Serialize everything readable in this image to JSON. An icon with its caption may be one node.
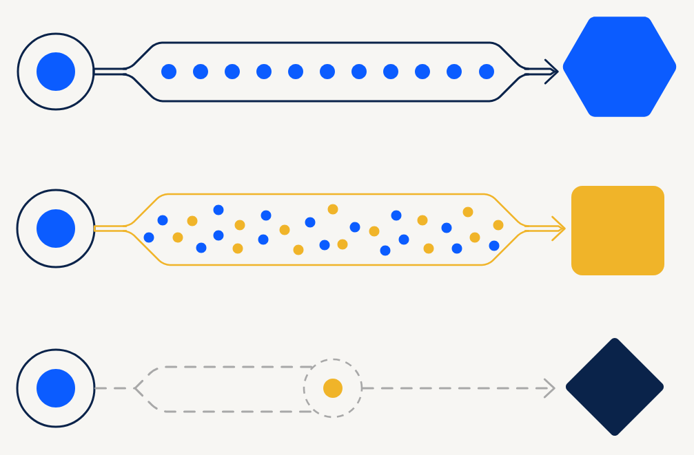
{
  "diagram": {
    "nodes": [
      {
        "text": [],
        "shape": "circle"
      },
      {
        "text": [],
        "shape": "pipe"
      },
      {
        "text": [],
        "shape": "hexagon"
      },
      {
        "text": [],
        "shape": "circle"
      },
      {
        "text": [],
        "shape": "pipe"
      },
      {
        "text": [],
        "shape": "box"
      },
      {
        "text": [],
        "shape": "circle"
      },
      {
        "text": [],
        "shape": "pipe"
      },
      {
        "text": [],
        "shape": "circle"
      },
      {
        "text": [],
        "shape": "diamond"
      }
    ],
    "edges": [
      {
        "from": 0,
        "to": 1,
        "arrow": "none",
        "color": "#0a234a"
      },
      {
        "from": 1,
        "to": 2,
        "arrow": "to",
        "color": "#0a234a"
      },
      {
        "from": 3,
        "to": 4,
        "arrow": "none",
        "color": "#f0b429"
      },
      {
        "from": 4,
        "to": 5,
        "arrow": "to",
        "color": "#f0b429"
      },
      {
        "from": 6,
        "to": 7,
        "arrow": "none",
        "style": "dashed",
        "color": "#a8a8a8"
      },
      {
        "from": 8,
        "to": 9,
        "arrow": "to",
        "style": "dashed",
        "color": "#a8a8a8"
      }
    ]
  }
}
